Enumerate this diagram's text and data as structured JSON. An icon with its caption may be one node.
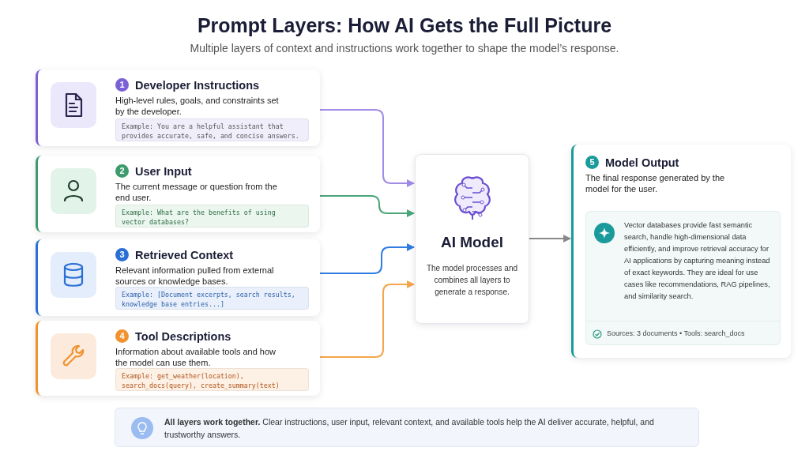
{
  "diagram": {
    "title": "Prompt Layers: How AI Gets the Full Picture",
    "nodes": [
      {
        "text": [
          "1",
          "Developer Instructions",
          "High-level rules, goals, and constraints set by the developer."
        ]
      },
      {
        "text": [
          "Example: You are a helpful assistant that provides accurate, safe, and concise answers."
        ],
        "in": 0
      },
      {
        "text": [
          "2",
          "User Input",
          "The current message or question from the end user."
        ]
      },
      {
        "text": [
          "Example: What are the benefits of using vector databases?"
        ],
        "in": 2
      },
      {
        "text": [
          "3",
          "Retrieved Context",
          "Relevant information pulled from external sources or knowledge bases."
        ]
      },
      {
        "text": [
          "Example: [Document excerpts, search results, knowledge base entries...]"
        ],
        "in": 4
      },
      {
        "text": [
          "4",
          "Tool Descriptions",
          "Information about available tools and how the model can use them."
        ]
      },
      {
        "text": [
          "Example: get_weather(location), search_docs(query), create_summary(text)"
        ],
        "in": 6
      },
      {
        "text": [
          "AI Model",
          "The model processes and combines all layers to generate a response."
        ]
      },
      {
        "text": [
          "5",
          "Model Output",
          "The final response generated by the model for the user."
        ]
      },
      {
        "text": [
          "Vector databases provide fast semantic search, handle high-dimensional data efficiently, and improve retrieval accuracy for AI applications by capturing meaning instead of exact keywords. They are ideal for use cases like recommendations, RAG pipelines, and similarity search.",
          "Sources: 3 documents • Tools: search_docs"
        ],
        "in": 9
      },
      {
        "text": [
          "**All layers work together.** Clear instructions, user input, relevant context, and available tools help the AI deliver accurate, helpful, and trustworthy answers."
        ]
      }
    ],
    "edges": [
      {
        "from": 0,
        "to": 8,
        "arrow": "to",
        "color": "#a08ce6"
      },
      {
        "from": 2,
        "to": 8,
        "arrow": "to",
        "color": "#4aa57a"
      },
      {
        "from": 4,
        "to": 8,
        "arrow": "to",
        "color": "#2f7de1"
      },
      {
        "from": 6,
        "to": 8,
        "arrow": "to",
        "color": "#f5a54a"
      },
      {
        "from": 8,
        "to": 9,
        "arrow": "to",
        "color": "#8a8a8a"
      }
    ],
    "labels": [
      "Multiple layers of context and instructions work together to shape the model’s response."
    ]
  }
}
